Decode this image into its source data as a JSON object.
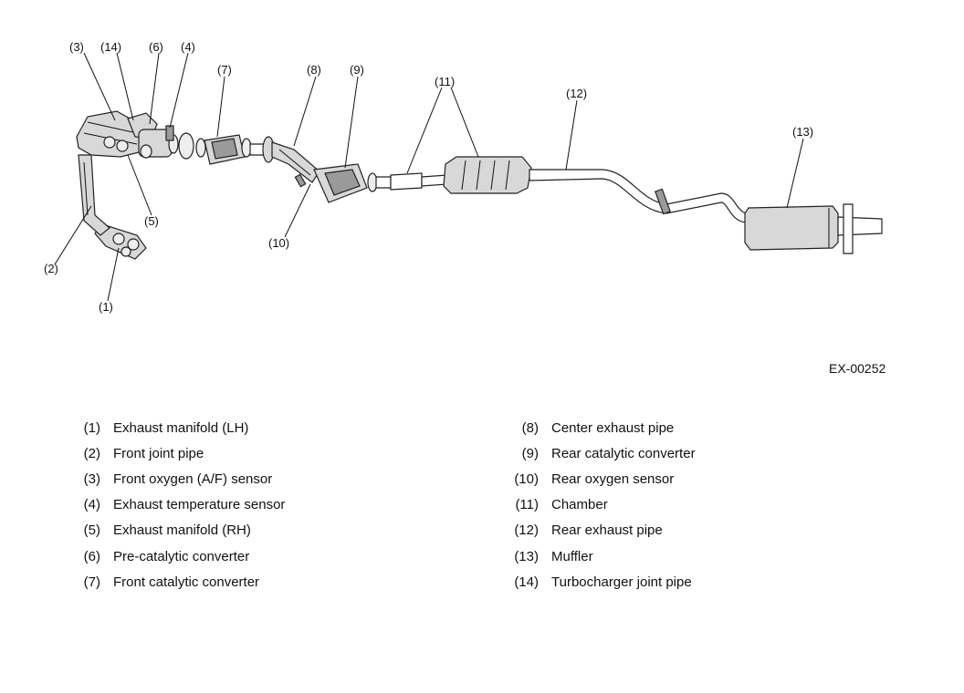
{
  "diagram": {
    "figure_code": "EX-00252",
    "callouts": [
      "(1)",
      "(2)",
      "(3)",
      "(4)",
      "(5)",
      "(6)",
      "(7)",
      "(8)",
      "(9)",
      "(10)",
      "(11)",
      "(12)",
      "(13)",
      "(14)"
    ]
  },
  "legend": {
    "left": [
      {
        "num": "(1)",
        "label": "Exhaust manifold (LH)"
      },
      {
        "num": "(2)",
        "label": "Front joint pipe"
      },
      {
        "num": "(3)",
        "label": "Front oxygen (A/F) sensor"
      },
      {
        "num": "(4)",
        "label": "Exhaust temperature sensor"
      },
      {
        "num": "(5)",
        "label": "Exhaust manifold (RH)"
      },
      {
        "num": "(6)",
        "label": "Pre-catalytic converter"
      },
      {
        "num": "(7)",
        "label": "Front catalytic converter"
      }
    ],
    "right": [
      {
        "num": "(8)",
        "label": "Center exhaust pipe"
      },
      {
        "num": "(9)",
        "label": "Rear catalytic converter"
      },
      {
        "num": "(10)",
        "label": "Rear oxygen sensor"
      },
      {
        "num": "(11)",
        "label": "Chamber"
      },
      {
        "num": "(12)",
        "label": "Rear exhaust pipe"
      },
      {
        "num": "(13)",
        "label": "Muffler"
      },
      {
        "num": "(14)",
        "label": "Turbocharger joint pipe"
      }
    ]
  }
}
